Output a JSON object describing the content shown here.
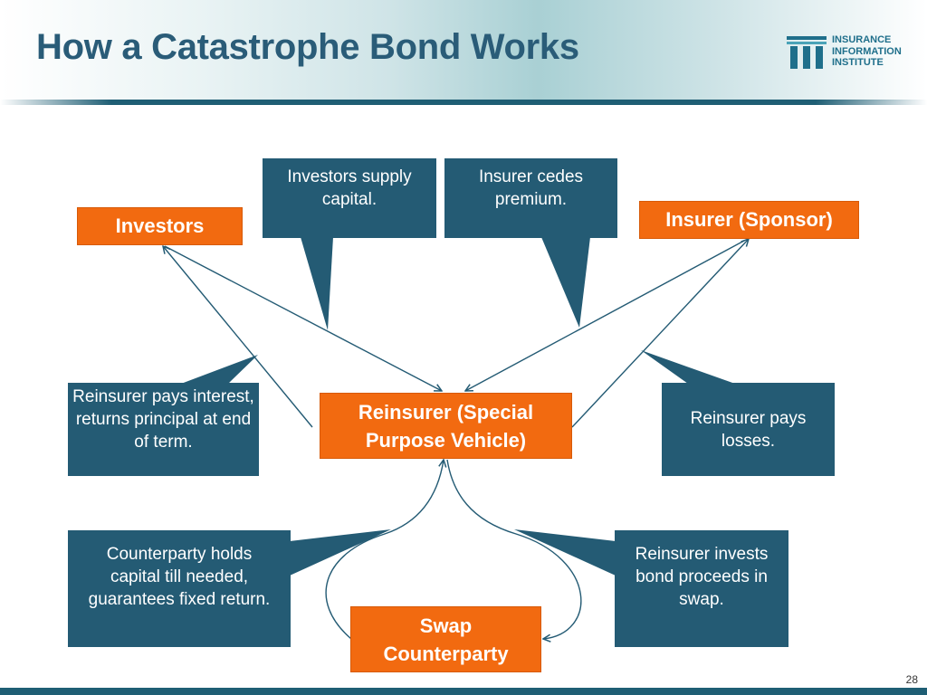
{
  "header": {
    "title": "How a Catastrophe Bond Works",
    "logo": {
      "line1": "INSURANCE",
      "line2": "INFORMATION",
      "line3": "INSTITUTE"
    }
  },
  "diagram": {
    "nodes": {
      "investors": "Investors",
      "insurer": "Insurer (Sponsor)",
      "reinsurer": "Reinsurer (Special Purpose Vehicle)",
      "swap": "Swap Counterparty"
    },
    "callouts": {
      "investors_supply": "Investors supply capital.",
      "insurer_cedes": "Insurer cedes premium.",
      "reinsurer_pays_interest": "Reinsurer pays interest, returns principal at end of term.",
      "reinsurer_pays_losses": "Reinsurer pays losses.",
      "counterparty_holds": "Counterparty holds capital till needed, guarantees fixed return.",
      "reinsurer_invests": "Reinsurer invests bond proceeds in swap."
    }
  },
  "footer": {
    "page_number": "28"
  },
  "colors": {
    "title": "#2a5c78",
    "node": "#f26a10",
    "callout": "#245b74",
    "rule": "#1f5e74"
  }
}
